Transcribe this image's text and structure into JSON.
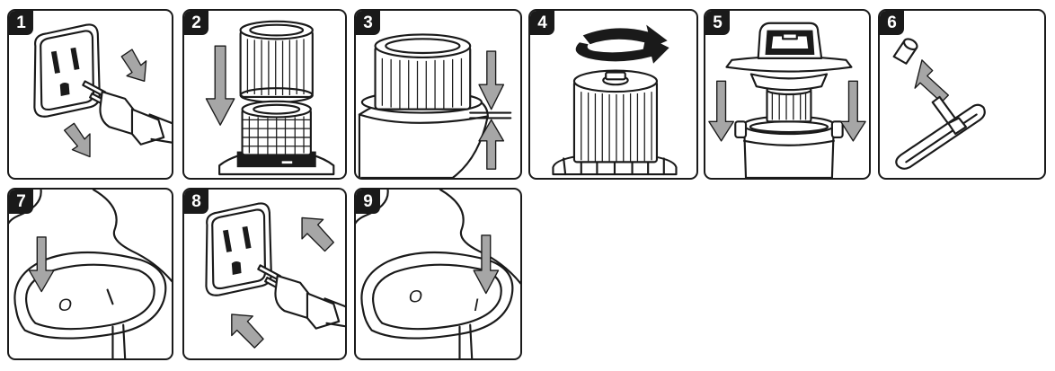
{
  "steps": [
    {
      "number": "1",
      "icon": "unplug-icon"
    },
    {
      "number": "2",
      "icon": "insert-filter-icon"
    },
    {
      "number": "3",
      "icon": "filter-seat-icon"
    },
    {
      "number": "4",
      "icon": "rotate-lock-icon"
    },
    {
      "number": "5",
      "icon": "attach-head-icon"
    },
    {
      "number": "6",
      "icon": "attach-tool-icon"
    },
    {
      "number": "7",
      "icon": "switch-off-icon"
    },
    {
      "number": "8",
      "icon": "plug-in-icon"
    },
    {
      "number": "9",
      "icon": "switch-on-icon"
    }
  ],
  "switch_labels": {
    "off": "O",
    "on": "I"
  },
  "colors": {
    "ink": "#1a1a1a",
    "arrow": "#a6a6a6",
    "paper": "#ffffff"
  }
}
